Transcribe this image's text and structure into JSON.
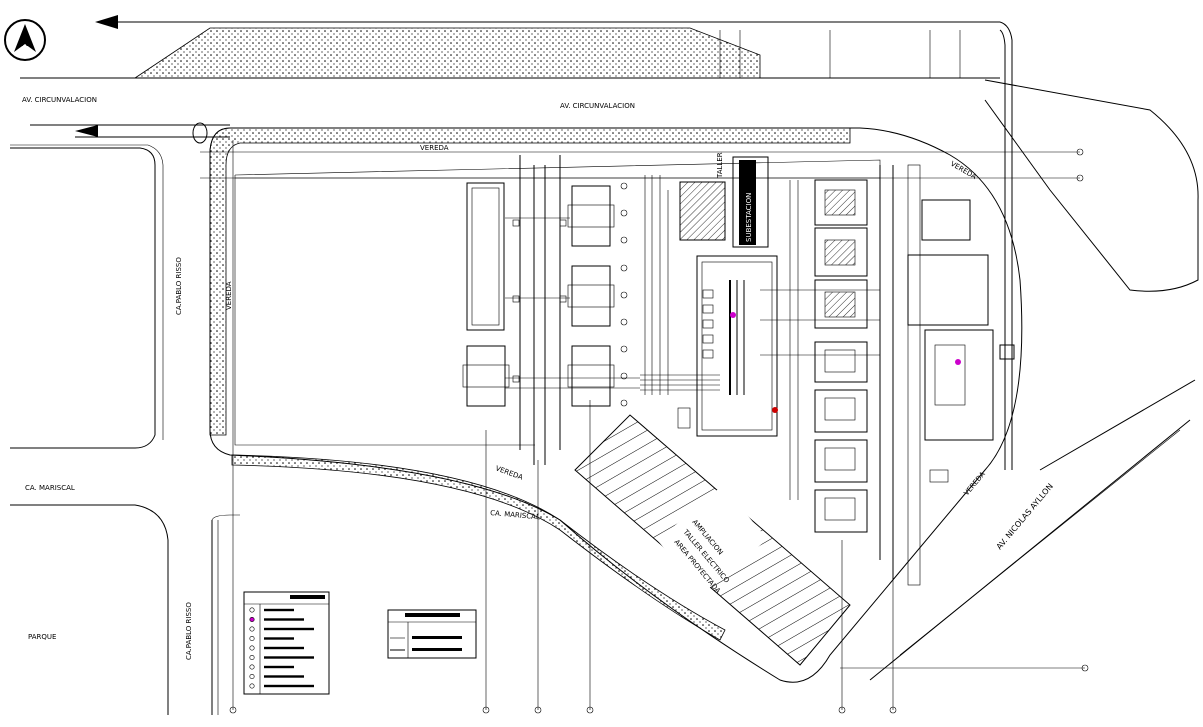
{
  "labels": {
    "av_circunvalacion_left": "AV. CIRCUNVALACION",
    "av_circunvalacion_center": "AV. CIRCUNVALACION",
    "vereda_top": "VEREDA",
    "vereda_left": "VEREDA",
    "vereda_bottom": "VEREDA",
    "vereda_right": "VEREDA",
    "vereda_ne": "VEREDA",
    "ca_pablo_risso_top": "CA.PABLO RISSO",
    "ca_pablo_risso_bottom": "CA.PABLO RISSO",
    "ca_mariscal_left": "CA. MARISCAL",
    "ca_mariscal_center": "CA. MARISCAL",
    "parque": "PARQUE",
    "av_nicolas_ayllon": "AV. NICOLAS AYLLON",
    "subestacion": "SUBESTACION",
    "taller": "TALLER",
    "ampliacion_line1": "AMPLIACION",
    "ampliacion_line2": "TALLER ELECTRICO",
    "ampliacion_line3": "AREA PROYECTADA"
  },
  "north_arrow": {
    "icon": "north-arrow-icon",
    "letter": "N"
  },
  "legend": {
    "rows": 9,
    "highlight_color": "#cc00cc"
  },
  "legend2": {
    "rows": 2
  },
  "colors": {
    "line": "#000000",
    "accent_magenta": "#cc00cc",
    "accent_red": "#cc0000",
    "background": "#ffffff"
  }
}
